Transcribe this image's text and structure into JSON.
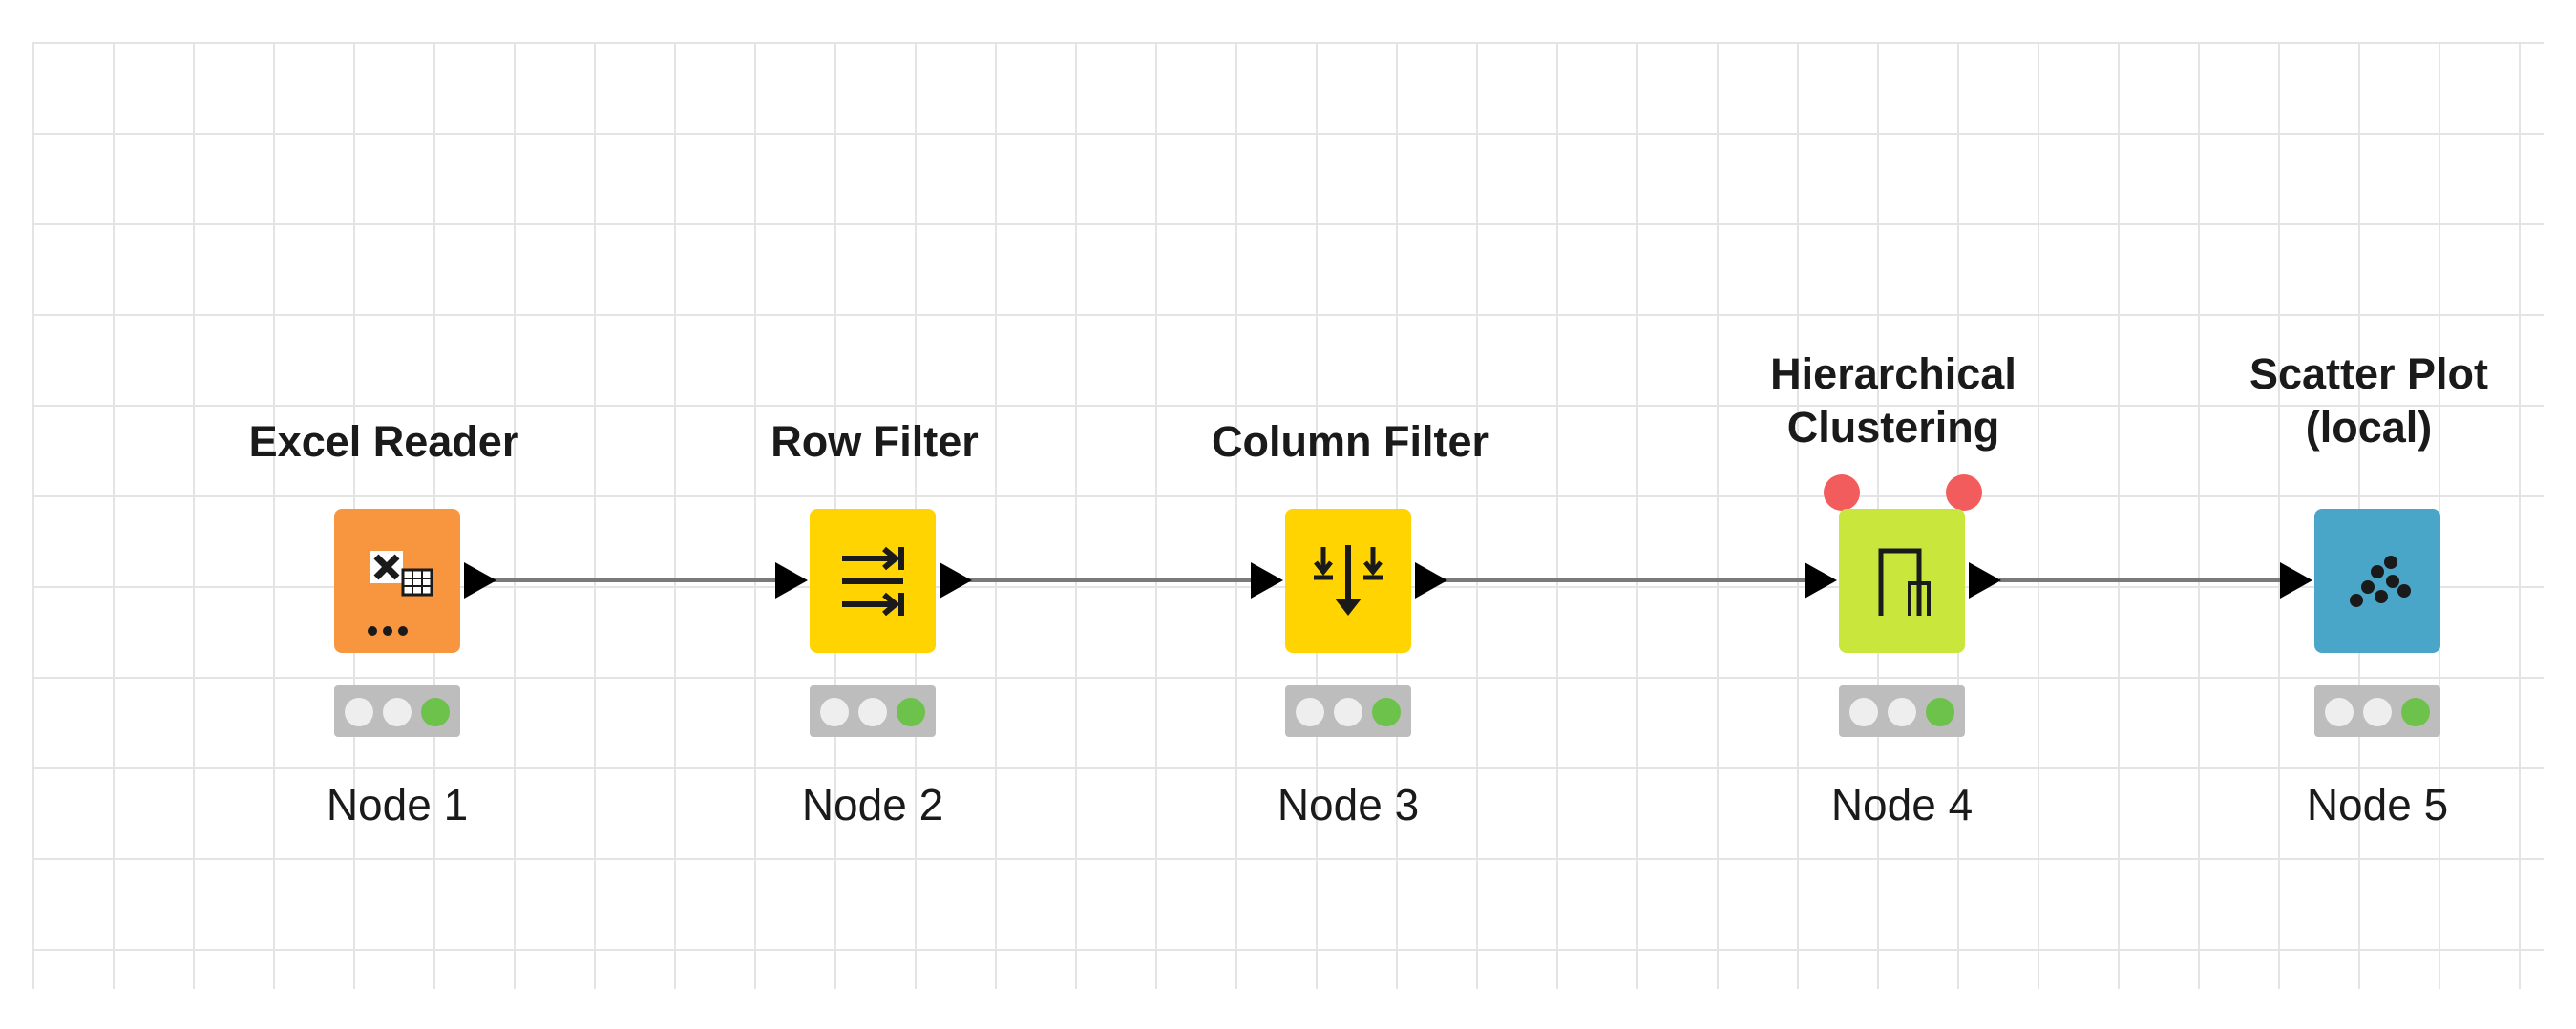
{
  "workflow": {
    "nodes": [
      {
        "id": "node-1",
        "title": "Excel Reader",
        "label": "Node 1",
        "type": "source",
        "color": "#f7963e",
        "icon": "excel-icon",
        "status": "executed"
      },
      {
        "id": "node-2",
        "title": "Row Filter",
        "label": "Node 2",
        "type": "manipulator",
        "color": "#ffd400",
        "icon": "row-filter-icon",
        "status": "executed"
      },
      {
        "id": "node-3",
        "title": "Column Filter",
        "label": "Node 3",
        "type": "manipulator",
        "color": "#ffd400",
        "icon": "column-filter-icon",
        "status": "executed"
      },
      {
        "id": "node-4",
        "title": "Hierarchical\nClustering",
        "label": "Node 4",
        "type": "learner",
        "color": "#c8e63c",
        "icon": "dendrogram-icon",
        "status": "executed"
      },
      {
        "id": "node-5",
        "title": "Scatter Plot\n(local)",
        "label": "Node 5",
        "type": "visualizer",
        "color": "#4aa6c8",
        "icon": "scatter-icon",
        "status": "executed"
      }
    ],
    "connections": [
      [
        "node-1",
        "node-2"
      ],
      [
        "node-2",
        "node-3"
      ],
      [
        "node-3",
        "node-4"
      ],
      [
        "node-4",
        "node-5"
      ]
    ],
    "colors": {
      "light_off": "#eeeeee",
      "light_green": "#6cc24a",
      "flow_variable_port": "#f25c5c"
    }
  }
}
